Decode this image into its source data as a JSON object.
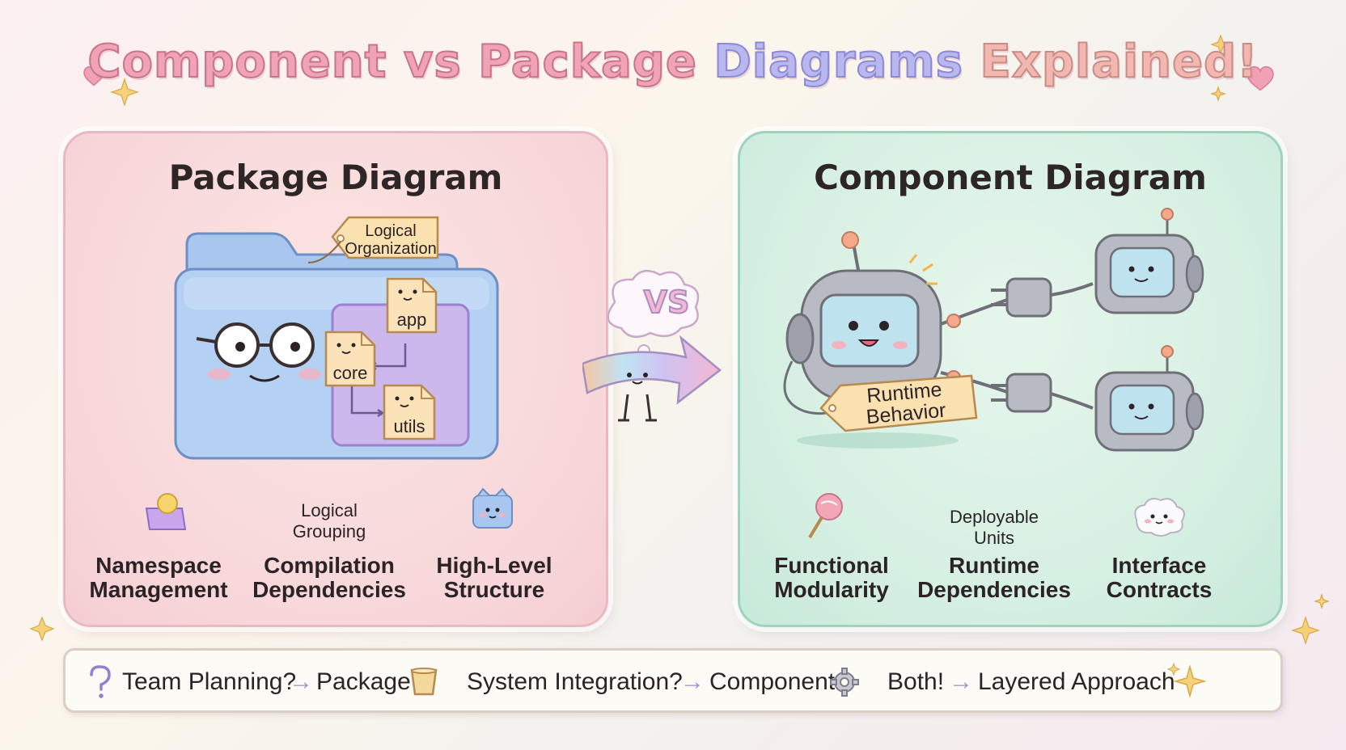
{
  "title": {
    "part1": "Component vs Package",
    "part2": "Diagrams",
    "part3": "Explained!"
  },
  "vs_label": "VS",
  "left_panel": {
    "title": "Package Diagram",
    "tag": [
      "Logical",
      "Organization"
    ],
    "files": [
      "app",
      "core",
      "utils"
    ],
    "grouping_label": [
      "Logical",
      "Grouping"
    ],
    "features": [
      {
        "line1": "Namespace",
        "line2": "Management",
        "icon": "lock-icon"
      },
      {
        "line1": "Compilation",
        "line2": "Dependencies",
        "icon": "none"
      },
      {
        "line1": "High-Level",
        "line2": "Structure",
        "icon": "box-face-icon"
      }
    ]
  },
  "right_panel": {
    "title": "Component Diagram",
    "tag": [
      "Runtime",
      "Behavior"
    ],
    "deployable_label": [
      "Deployable",
      "Units"
    ],
    "features": [
      {
        "line1": "Functional",
        "line2": "Modularity",
        "icon": "lollipop-icon"
      },
      {
        "line1": "Runtime",
        "line2": "Dependencies",
        "icon": "none"
      },
      {
        "line1": "Interface",
        "line2": "Contracts",
        "icon": "cloud-face-icon"
      }
    ]
  },
  "bottom_bar": {
    "q1": "Team Planning?",
    "a1": "Package",
    "q2": "System Integration?",
    "a2": "Component",
    "q3": "Both!",
    "a3": "Layered Approach",
    "arrow": "→"
  },
  "colors": {
    "left_panel": "#f8d7da",
    "right_panel": "#d4efe1",
    "title_pink": "#f0a3b5",
    "title_purple": "#b9b8ee"
  }
}
